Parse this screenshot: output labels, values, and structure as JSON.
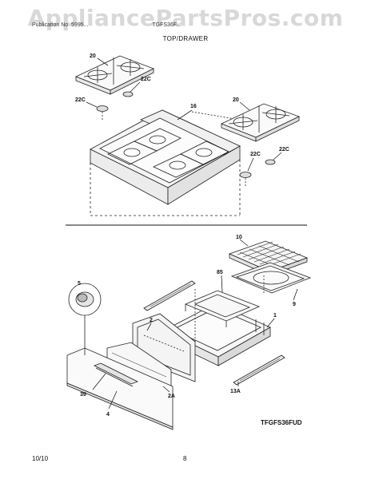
{
  "watermark": "AppliancePartsPros.com",
  "header": {
    "publication": "Publication No. 5995...",
    "model": "TGFS36F...",
    "section_title": "TOP/DRAWER"
  },
  "callouts": {
    "c20_top": "20",
    "c22c_a": "22C",
    "c22c_b": "22C",
    "c16": "16",
    "c20_right": "20",
    "c22c_c": "22C",
    "c22c_d": "22C",
    "c10": "10",
    "c85": "85",
    "c5": "5",
    "c9": "9",
    "c2": "2",
    "c1": "1",
    "c39": "39",
    "c2a": "2A",
    "c4": "4",
    "c13a": "13A"
  },
  "model_tag": "TFGFS36FUD",
  "footer": {
    "date": "10/10",
    "page": "8"
  }
}
